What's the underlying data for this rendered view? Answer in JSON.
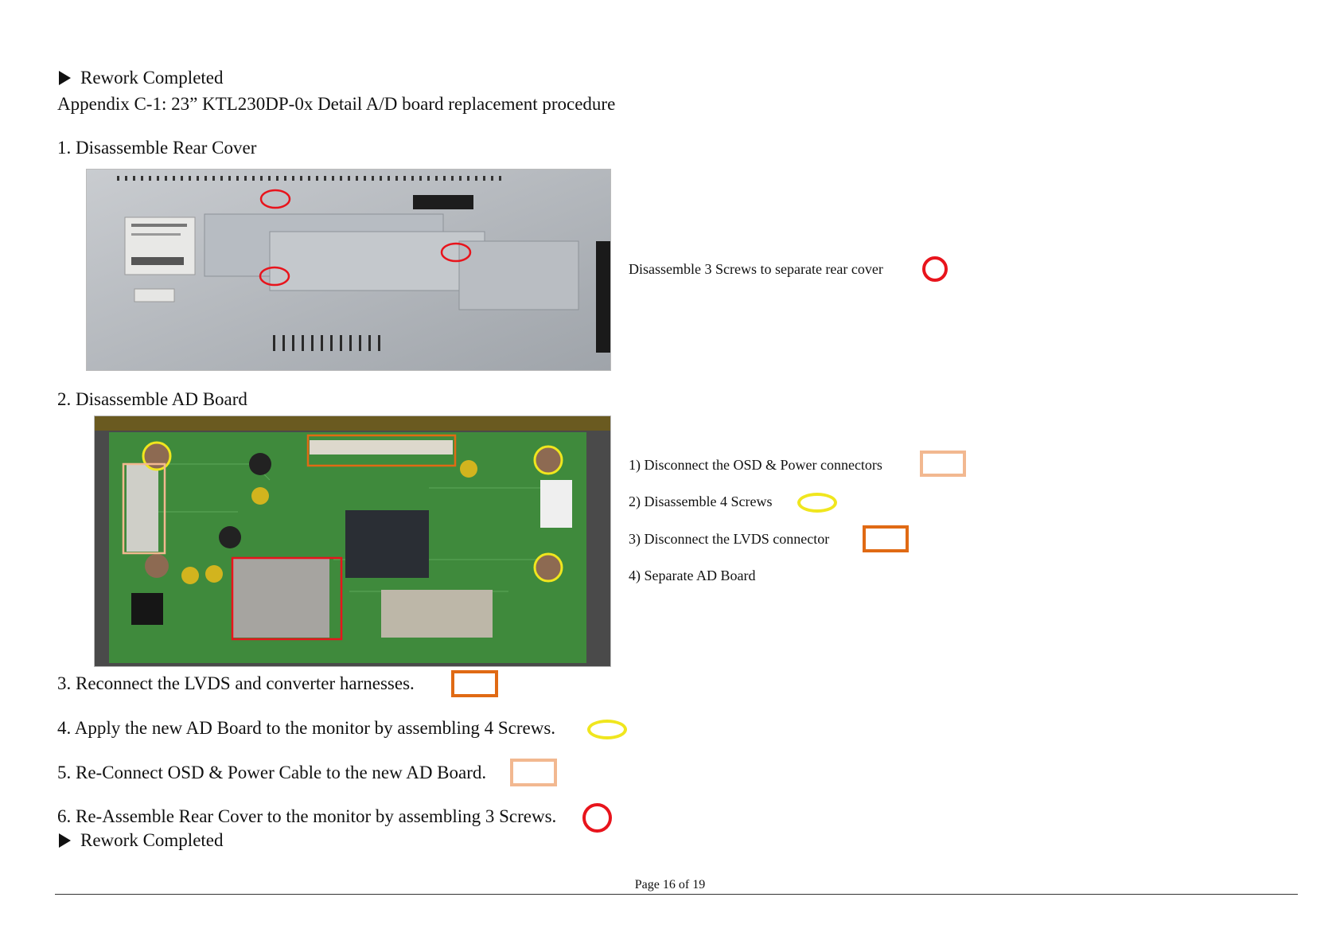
{
  "header": {
    "rework_top": "Rework Completed",
    "title": "Appendix C-1: 23” KTL230DP-0x Detail A/D board replacement procedure"
  },
  "step1": {
    "heading": "1. Disassemble Rear Cover",
    "note": "Disassemble 3 Screws to separate rear cover"
  },
  "step2": {
    "heading": "2. Disassemble AD Board",
    "notes": [
      "1) Disconnect the OSD & Power connectors",
      "2) Disassemble 4 Screws",
      "3) Disconnect the LVDS connector",
      "4) Separate AD Board"
    ]
  },
  "steps": [
    "3. Reconnect the LVDS and converter harnesses.",
    "4. Apply the new AD Board to the monitor by assembling 4 Screws.",
    "5. Re-Connect OSD & Power Cable to the new AD Board.",
    "6. Re-Assemble Rear Cover to the monitor by assembling 3 Screws."
  ],
  "rework_bottom": "Rework Completed",
  "footer": {
    "page": "Page 16 of 19"
  },
  "colors": {
    "red_marker": "#e8141c",
    "yellow_marker": "#f0e61e",
    "light_orange_marker": "#f2b890",
    "dark_orange_marker": "#e06a14"
  }
}
